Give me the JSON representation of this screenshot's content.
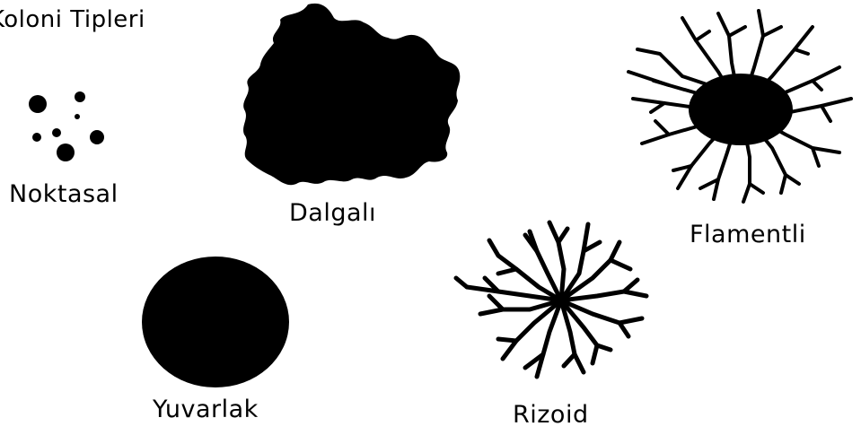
{
  "title": "Koloni Tipleri",
  "colonies": [
    {
      "id": "punctiform",
      "label": "Noktasal"
    },
    {
      "id": "undulate",
      "label": "Dalgalı"
    },
    {
      "id": "filamentous",
      "label": "Flamentli"
    },
    {
      "id": "circular",
      "label": "Yuvarlak"
    },
    {
      "id": "rhizoid",
      "label": "Rizoid"
    }
  ],
  "colors": {
    "fill": "#000000",
    "background": "#ffffff"
  }
}
